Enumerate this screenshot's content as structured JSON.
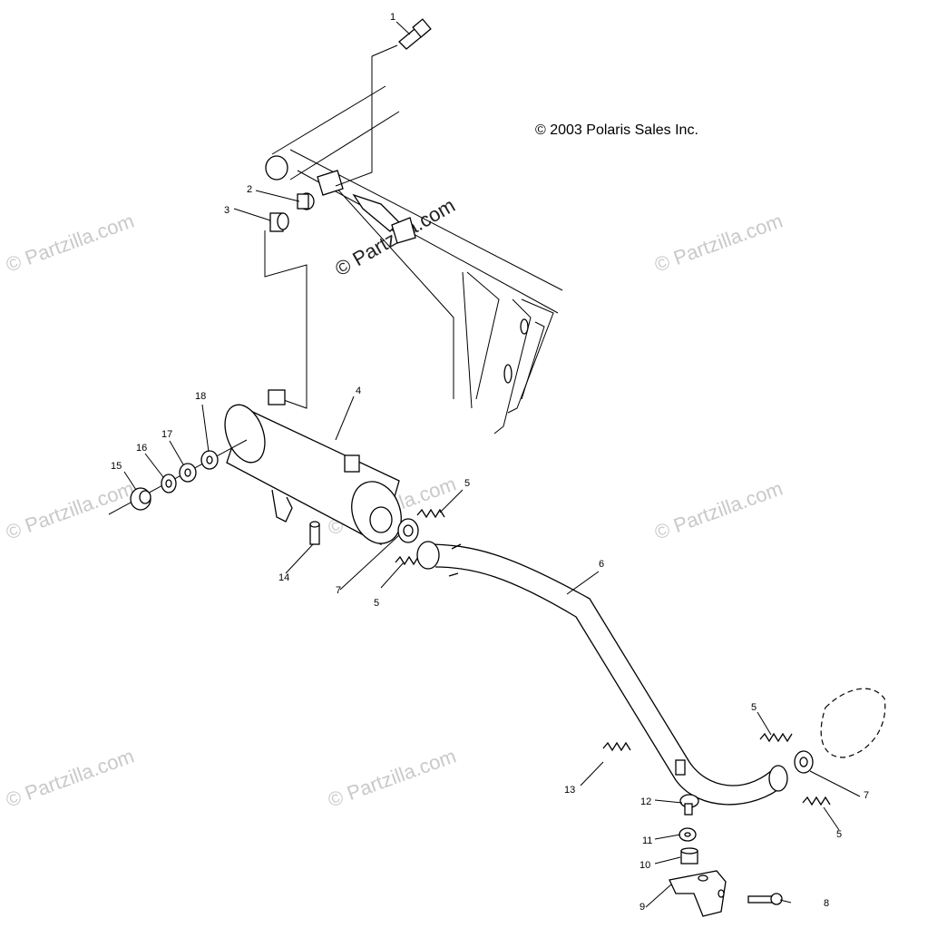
{
  "copyright": "© 2003 Polaris Sales Inc.",
  "watermark": "© Partzilla.com",
  "callouts": [
    "1",
    "2",
    "3",
    "4",
    "5",
    "5",
    "5",
    "5",
    "6",
    "7",
    "7",
    "8",
    "9",
    "10",
    "11",
    "12",
    "13",
    "14",
    "15",
    "16",
    "17",
    "18"
  ],
  "colors": {
    "ink": "#000000",
    "watermark": "#c9c9c9",
    "background": "#ffffff"
  }
}
